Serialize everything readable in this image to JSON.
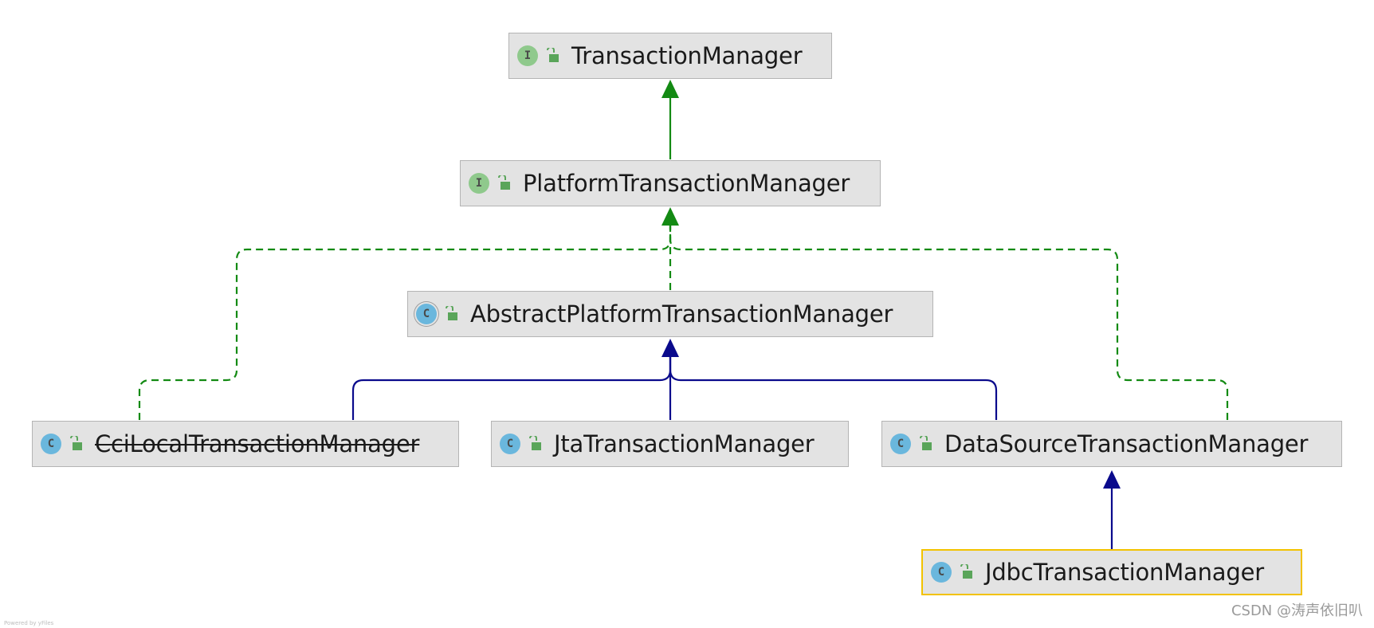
{
  "nodes": {
    "transaction_manager": {
      "kind": "I",
      "name": "TransactionManager"
    },
    "platform_transaction_manager": {
      "kind": "I",
      "name": "PlatformTransactionManager"
    },
    "abstract_platform_transaction_manager": {
      "kind": "C",
      "name": "AbstractPlatformTransactionManager"
    },
    "cci_local_transaction_manager": {
      "kind": "C",
      "name": "CciLocalTransactionManager",
      "deprecated": true
    },
    "jta_transaction_manager": {
      "kind": "C",
      "name": "JtaTransactionManager"
    },
    "data_source_transaction_manager": {
      "kind": "C",
      "name": "DataSourceTransactionManager"
    },
    "jdbc_transaction_manager": {
      "kind": "C",
      "name": "JdbcTransactionManager",
      "selected": true
    }
  },
  "edges": [
    {
      "from": "PlatformTransactionManager",
      "to": "TransactionManager",
      "type": "extends-interface",
      "color": "#138a13",
      "style": "solid"
    },
    {
      "from": "AbstractPlatformTransactionManager",
      "to": "PlatformTransactionManager",
      "type": "implements",
      "color": "#138a13",
      "style": "dashed"
    },
    {
      "from": "CciLocalTransactionManager",
      "to": "PlatformTransactionManager",
      "type": "implements",
      "color": "#138a13",
      "style": "dashed"
    },
    {
      "from": "DataSourceTransactionManager",
      "to": "PlatformTransactionManager",
      "type": "implements",
      "color": "#138a13",
      "style": "dashed"
    },
    {
      "from": "CciLocalTransactionManager",
      "to": "AbstractPlatformTransactionManager",
      "type": "extends",
      "color": "#0a0a8c",
      "style": "solid"
    },
    {
      "from": "JtaTransactionManager",
      "to": "AbstractPlatformTransactionManager",
      "type": "extends",
      "color": "#0a0a8c",
      "style": "solid"
    },
    {
      "from": "DataSourceTransactionManager",
      "to": "AbstractPlatformTransactionManager",
      "type": "extends",
      "color": "#0a0a8c",
      "style": "solid"
    },
    {
      "from": "JdbcTransactionManager",
      "to": "DataSourceTransactionManager",
      "type": "extends",
      "color": "#0a0a8c",
      "style": "solid"
    }
  ],
  "colors": {
    "interface_edge": "#138a13",
    "class_edge": "#0a0a8c",
    "interface_badge": "#8fc98c",
    "class_badge": "#6ab7dd",
    "lock": "#5aa55a",
    "selected_border": "#f2c200"
  },
  "icons": {
    "visibility": "unlocked-lock-icon"
  },
  "watermark": "CSDN @涛声依旧叭",
  "footer": "Powered by yFiles"
}
